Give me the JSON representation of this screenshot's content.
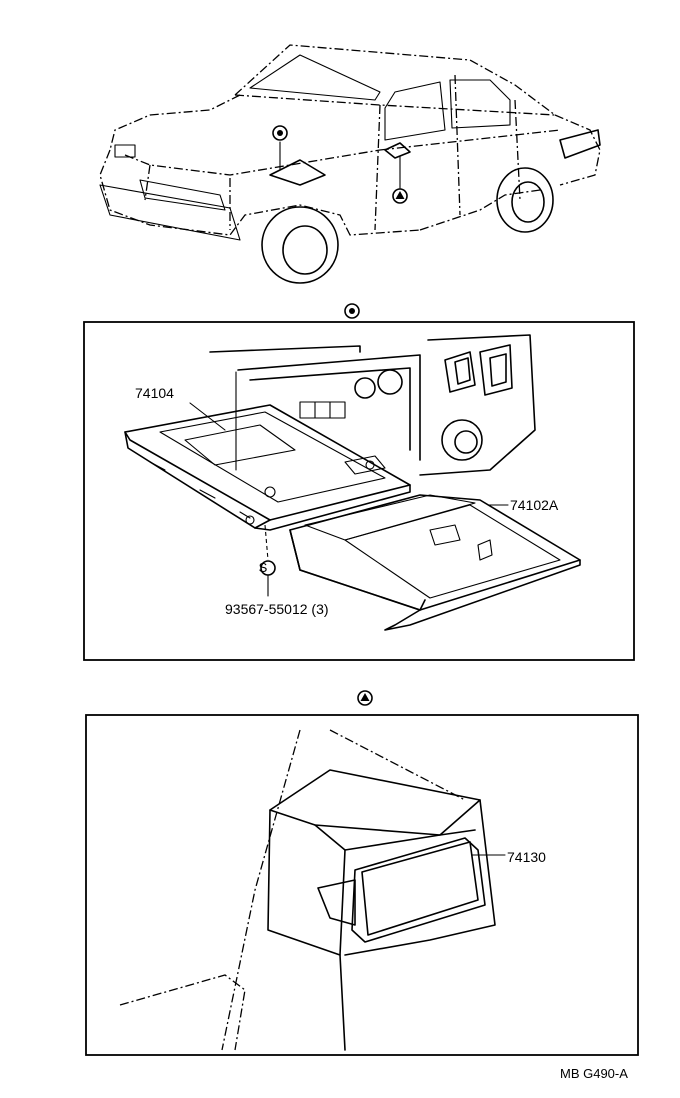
{
  "diagram": {
    "parts": {
      "ashtray_retainer": "74104",
      "ashtray_front": "74102A",
      "screw": "93567-55012 (3)",
      "rear_ashtray": "74130"
    },
    "screw_marker": "S",
    "footer_code": "MB G490-A",
    "markers": {
      "front_view": "circle-dot-marker",
      "rear_view": "triangle-circle-marker"
    }
  }
}
